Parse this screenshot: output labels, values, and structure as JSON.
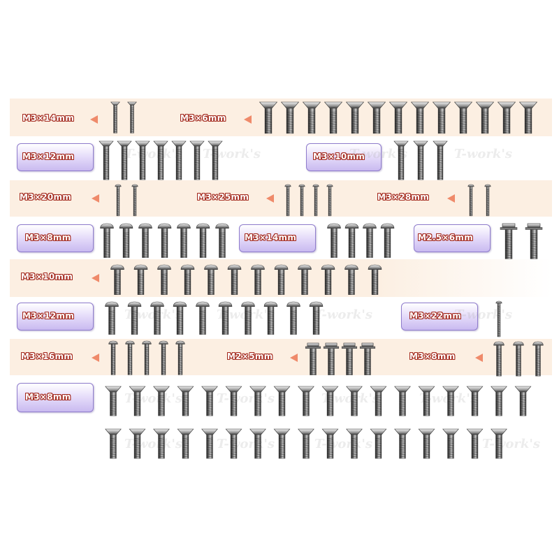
{
  "watermark": {
    "text": "T-work's"
  },
  "colors": {
    "band_background": "#fcefe2",
    "label_text": "#ffffff",
    "label_outline": "#a3281c",
    "box_border": "#8f7ccc",
    "arrow": "#ef8a6a",
    "screw_metal": "#4a4a4a"
  },
  "rows": [
    {
      "style": "band",
      "groups": [
        {
          "label": "M3×14mm",
          "screw_type": "countersunk-long",
          "count": 2
        },
        {
          "label": "M3×6mm",
          "screw_type": "countersunk-short",
          "count": 13
        }
      ]
    },
    {
      "style": "box",
      "groups": [
        {
          "label": "M3×12mm",
          "screw_type": "countersunk",
          "count": 7
        },
        {
          "label": "M3×10mm",
          "screw_type": "countersunk",
          "count": 3
        }
      ]
    },
    {
      "style": "band",
      "groups": [
        {
          "label": "M3×20mm",
          "screw_type": "button-head-long",
          "count": 2
        },
        {
          "label": "M3×25mm",
          "screw_type": "button-head-long",
          "count": 4
        },
        {
          "label": "M3×28mm",
          "screw_type": "button-head-long",
          "count": 2
        }
      ]
    },
    {
      "style": "box",
      "groups": [
        {
          "label": "M3×8mm",
          "screw_type": "button-head",
          "count": 7
        },
        {
          "label": "M3×14mm",
          "screw_type": "button-head",
          "count": 4
        },
        {
          "label": "M2.5×6mm",
          "screw_type": "flanged-head",
          "count": 2
        }
      ]
    },
    {
      "style": "band",
      "groups": [
        {
          "label": "M3×10mm",
          "screw_type": "button-head",
          "count": 12
        }
      ]
    },
    {
      "style": "box",
      "groups": [
        {
          "label": "M3×12mm",
          "screw_type": "button-head",
          "count": 10
        },
        {
          "label": "M3×22mm",
          "screw_type": "button-head-long",
          "count": 1
        }
      ]
    },
    {
      "style": "band",
      "groups": [
        {
          "label": "M3×16mm",
          "screw_type": "button-head-long",
          "count": 5
        },
        {
          "label": "M2×5mm",
          "screw_type": "flanged-head",
          "count": 4
        },
        {
          "label": "M3×8mm",
          "screw_type": "button-head",
          "count": 3
        }
      ]
    },
    {
      "style": "box",
      "groups": [
        {
          "label": "M3×8mm",
          "screw_type": "countersunk",
          "count": 35
        }
      ]
    }
  ]
}
